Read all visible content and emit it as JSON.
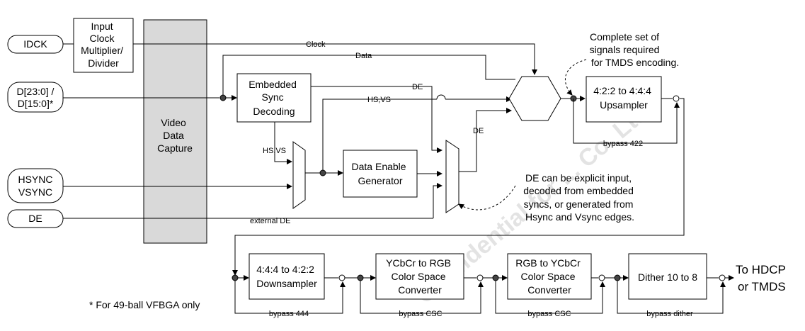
{
  "inputs": {
    "idck": "IDCK",
    "data_line1": "D[23:0] /",
    "data_line2": "D[15:0]*",
    "hsync": "HSYNC",
    "vsync": "VSYNC",
    "de": "DE"
  },
  "blocks": {
    "clock_mult": [
      "Input",
      "Clock",
      "Multiplier/",
      "Divider"
    ],
    "video_capture": [
      "Video",
      "Data",
      "Capture"
    ],
    "embedded_sync": [
      "Embedded",
      "Sync",
      "Decoding"
    ],
    "de_gen": [
      "Data Enable",
      "Generator"
    ],
    "upsampler": [
      "4:2:2 to 4:4:4",
      "Upsampler"
    ],
    "downsampler": [
      "4:4:4 to 4:2:2",
      "Downsampler"
    ],
    "csc1": [
      "YCbCr to RGB",
      "Color Space",
      "Converter"
    ],
    "csc2": [
      "RGB to YCbCr",
      "Color Space",
      "Converter"
    ],
    "dither": "Dither 10 to 8"
  },
  "signals": {
    "clock": "Clock",
    "data": "Data",
    "de1": "DE",
    "hsvs1": "HS,VS",
    "hsvs2": "HS,VS",
    "de2": "DE",
    "external_de": "external DE",
    "bypass422": "bypass 422",
    "bypass444": "bypass 444",
    "bypass_csc1": "bypass CSC",
    "bypass_csc2": "bypass CSC",
    "bypass_dither": "bypass dither"
  },
  "notes": {
    "tmds_note": [
      "Complete set of",
      "signals required",
      "for TMDS encoding."
    ],
    "de_note": [
      "DE can be explicit input,",
      "decoded from embedded",
      "syncs, or generated from",
      "Hsync and Vsync edges."
    ],
    "footnote": "* For 49-ball VFBGA only",
    "output": [
      "To HDCP",
      "or TMDS"
    ]
  },
  "watermark": "Confidential for ... Co. Ltd"
}
